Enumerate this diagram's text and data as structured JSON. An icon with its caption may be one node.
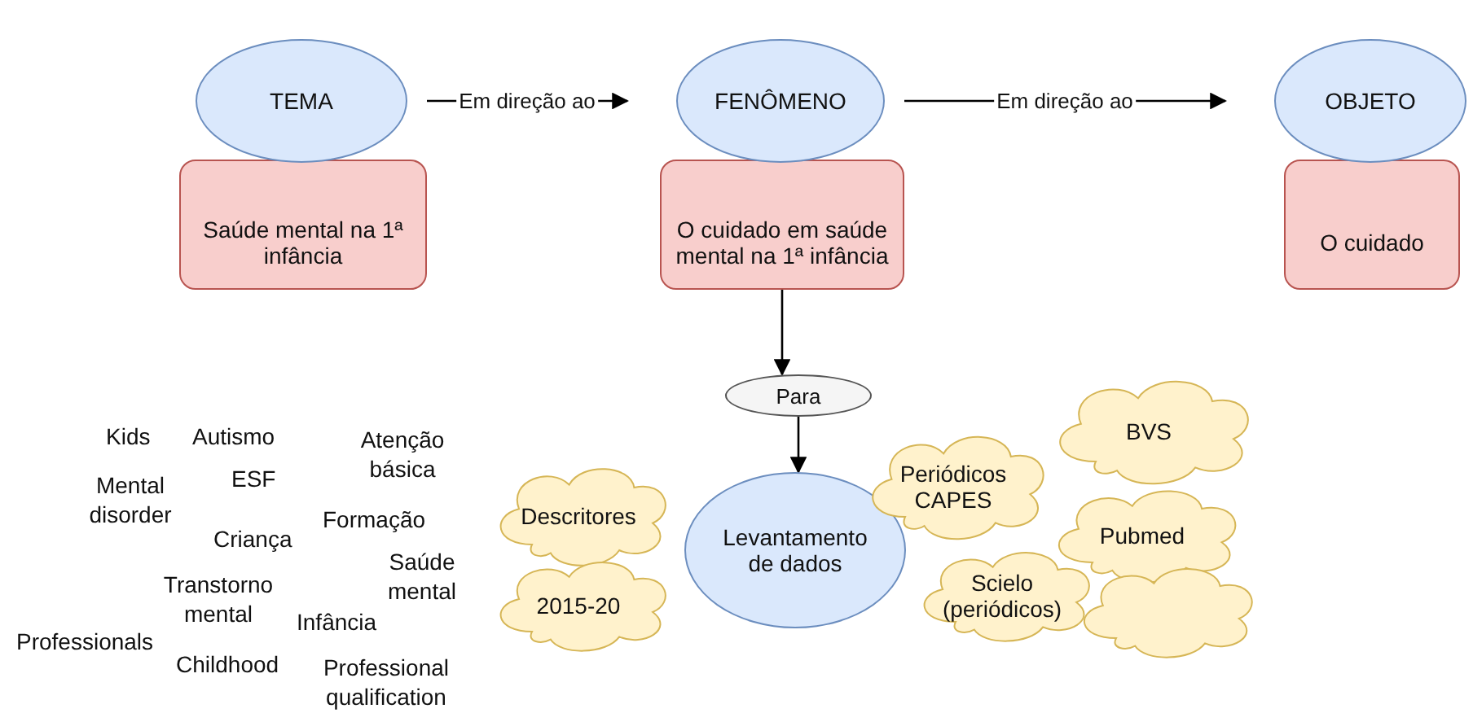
{
  "diagram": {
    "nodes": [
      {
        "text": [
          "TEMA"
        ]
      },
      {
        "text": [
          "Saúde mental na 1ª infância"
        ]
      },
      {
        "text": [
          "FENÔMENO"
        ]
      },
      {
        "text": [
          "O cuidado em saúde mental na 1ª infância"
        ]
      },
      {
        "text": [
          "OBJETO"
        ]
      },
      {
        "text": [
          "O cuidado"
        ]
      },
      {
        "text": [
          "Para"
        ]
      },
      {
        "text": [
          "Levantamento de dados"
        ]
      },
      {
        "text": [
          "Descritores"
        ]
      },
      {
        "text": [
          "2015-20"
        ]
      },
      {
        "text": [
          "Periódicos CAPES"
        ]
      },
      {
        "text": [
          "BVS"
        ]
      },
      {
        "text": [
          "Pubmed"
        ]
      },
      {
        "text": [
          "Scielo (periódicos)"
        ]
      },
      {
        "text": [],
        "shape": "cloud"
      }
    ],
    "edges": [
      {
        "from": 0,
        "to": 2,
        "arrow": "to",
        "label": "Em direção ao"
      },
      {
        "from": 2,
        "to": 4,
        "arrow": "to",
        "label": "Em direção ao"
      },
      {
        "from": 3,
        "to": 6,
        "arrow": "to"
      },
      {
        "from": 6,
        "to": 7,
        "arrow": "to"
      }
    ],
    "labels": [
      "Kids",
      "Autismo",
      "Atenção básica",
      "Mental disorder",
      "ESF",
      "Criança",
      "Formação",
      "Transtorno mental",
      "Saúde mental",
      "Infância",
      "Professionals",
      "Childhood",
      "Professional qualification"
    ]
  }
}
